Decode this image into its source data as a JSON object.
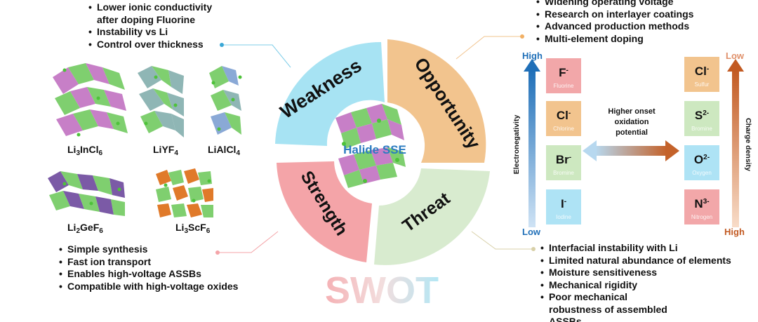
{
  "weakness": {
    "items": [
      "Lower ionic conductivity after doping Fluorine",
      "Instability vs Li",
      "Control over thickness"
    ]
  },
  "opportunity": {
    "items": [
      "Widening operating voltage",
      "Research on interlayer coatings",
      "Advanced production methods",
      "Multi-element doping"
    ]
  },
  "strength": {
    "items": [
      "Simple synthesis",
      "Fast ion transport",
      "Enables high-voltage ASSBs",
      "Compatible with high-voltage oxides"
    ]
  },
  "threat": {
    "items": [
      "Interfacial instability with Li",
      "Limited natural abundance of elements",
      "Moisture sensitiveness",
      "Mechanical rigidity",
      "Poor mechanical robustness of assembled ASSBs"
    ]
  },
  "ring": {
    "weakness_label": "Weakness",
    "opportunity_label": "Opportunity",
    "strength_label": "Strength",
    "threat_label": "Threat",
    "center_label": "Halide SSE"
  },
  "swot_title": "SWOT",
  "structures": {
    "li3incl6": {
      "main": "Li",
      "s1": "3",
      "mid": "InCl",
      "s2": "6"
    },
    "liyf4": {
      "main": "LiYF",
      "s1": "4"
    },
    "lialcl4": {
      "main": "LiAlCl",
      "s1": "4"
    },
    "li2gef6": {
      "main": "Li",
      "s1": "2",
      "mid": "GeF",
      "s2": "6"
    },
    "li3scf6": {
      "main": "Li",
      "s1": "3",
      "mid": "ScF",
      "s2": "6"
    }
  },
  "electronegativity": {
    "axis_label": "Electronegativity",
    "high": "High",
    "low": "Low",
    "ions": [
      {
        "symbol": "F",
        "charge": "-",
        "name": "Fluorine",
        "color": "#f2a7a9"
      },
      {
        "symbol": "Cl",
        "charge": "-",
        "name": "Chlorine",
        "color": "#f2c48e"
      },
      {
        "symbol": "Br",
        "charge": "-",
        "name": "Bromine",
        "color": "#cde8c0"
      },
      {
        "symbol": "I",
        "charge": "-",
        "name": "Iodine",
        "color": "#aee3f5"
      }
    ]
  },
  "charge_density": {
    "axis_label": "Charge density",
    "low": "Low",
    "high": "High",
    "ions": [
      {
        "symbol": "Cl",
        "charge": "-",
        "name": "Sulfur",
        "color": "#f2c48e"
      },
      {
        "symbol": "S",
        "charge": "2-",
        "name": "Bromine",
        "color": "#cde8c0"
      },
      {
        "symbol": "O",
        "charge": "2-",
        "name": "Oxygen",
        "color": "#aee3f5"
      },
      {
        "symbol": "N",
        "charge": "3-",
        "name": "Nitrogen",
        "color": "#f2a7a9"
      }
    ]
  },
  "onset": {
    "line1": "Higher onset",
    "line2": "oxidation",
    "line3": "potential"
  },
  "colors": {
    "weakness": "#a7e3f3",
    "opportunity": "#f2c48e",
    "threat": "#d8ebcf",
    "strength": "#f4a4a8",
    "purple": "#c77fc7",
    "green": "#7fcf6f",
    "teal": "#8fb6b5",
    "orange": "#e07a2a",
    "violet": "#7b5aa6"
  }
}
